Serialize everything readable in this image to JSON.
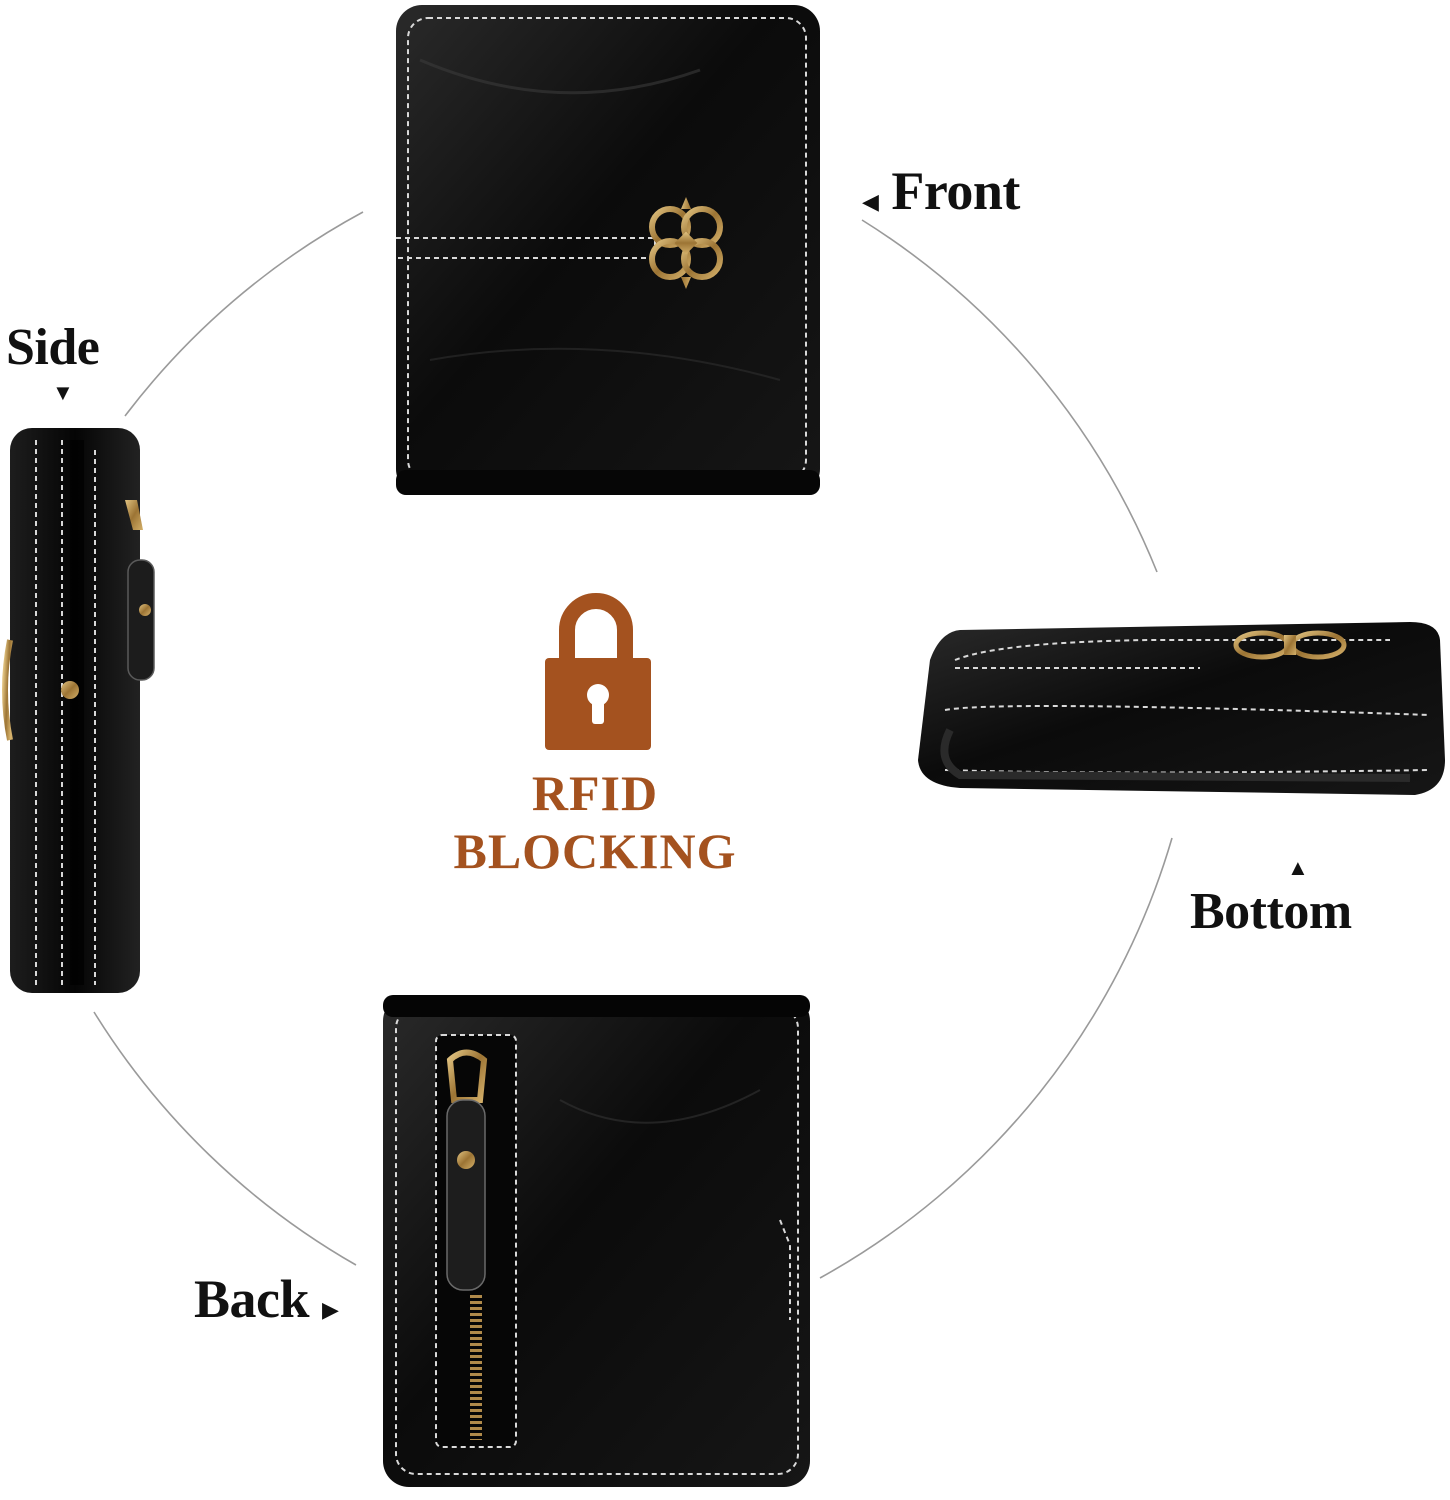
{
  "views": {
    "front_label": "Front",
    "side_label": "Side",
    "bottom_label": "Bottom",
    "back_label": "Back"
  },
  "badge": {
    "line1": "RFID",
    "line2": "BLOCKING",
    "icon": "padlock-icon",
    "color": "#a4521f"
  },
  "colors": {
    "leather": "#0b0b0b",
    "stitch": "#d9d9d9",
    "hardware": "#b08a4a",
    "circle": "#9a9a9a"
  }
}
